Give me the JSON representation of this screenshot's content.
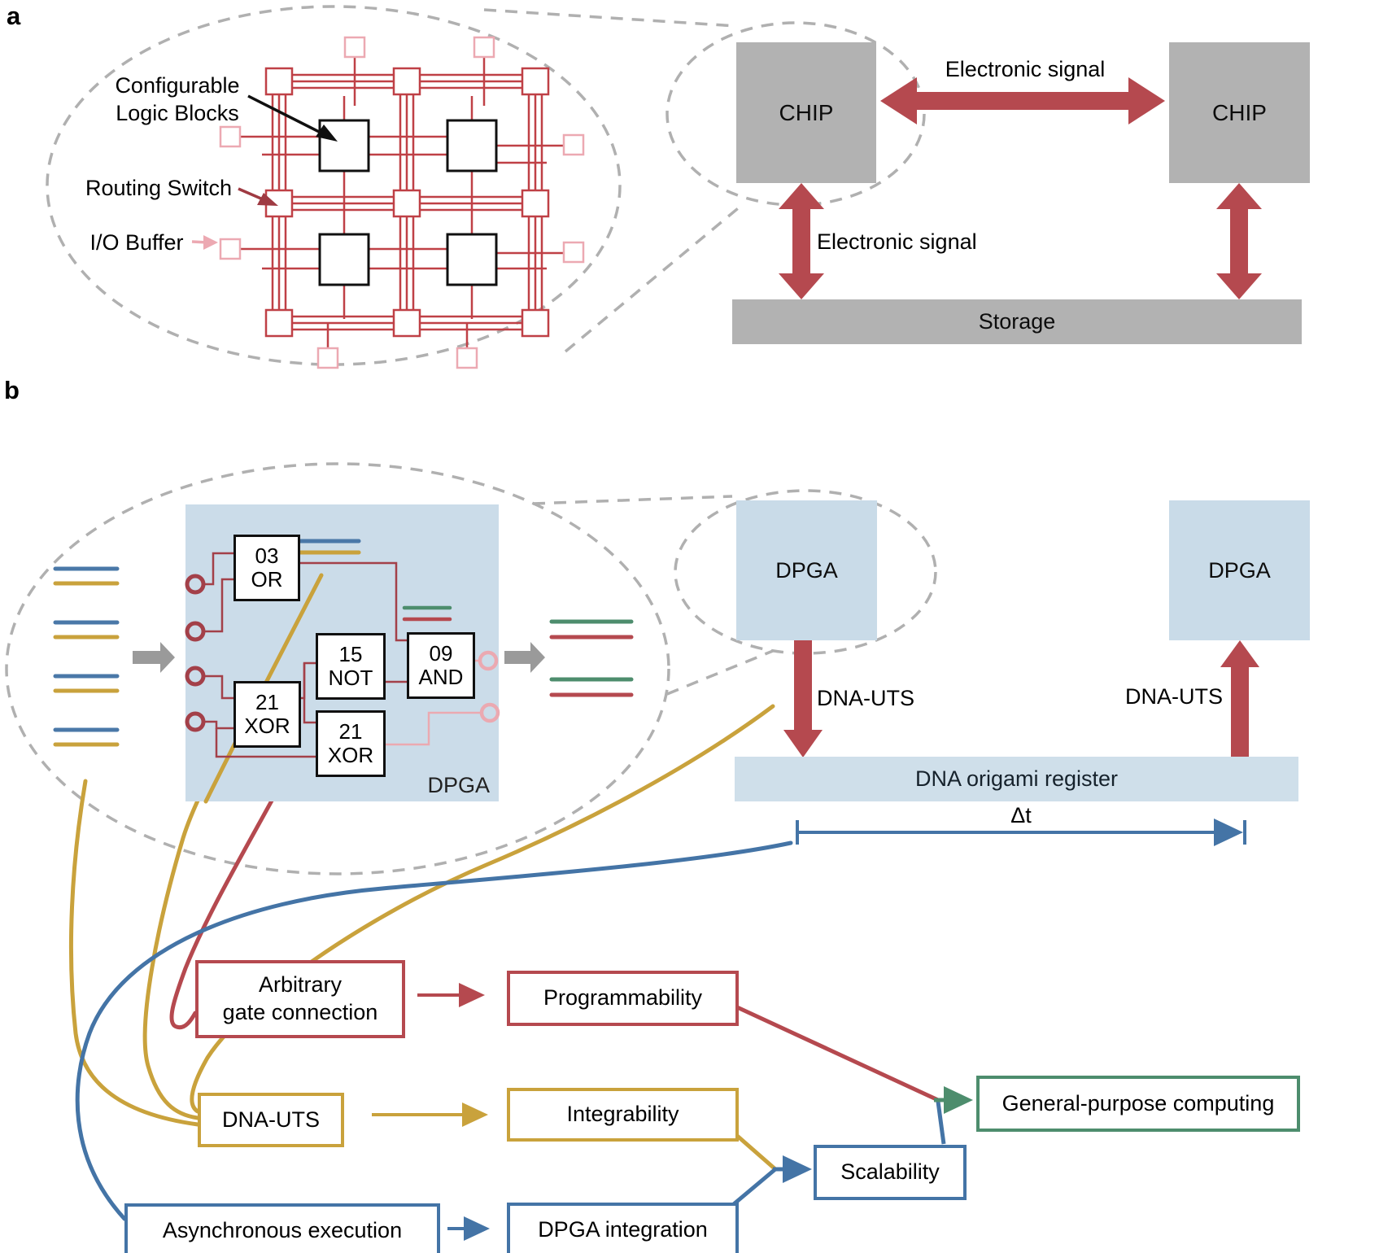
{
  "figure": {
    "type": "two-panel scientific schematic comparing FPGA electronic computing (a) with DPGA DNA computing (b)"
  },
  "colors": {
    "accent_red": "#b5494f",
    "wire_dark_red": "#a34049",
    "grid_red": "#bf4046",
    "pink": "#eca9b2",
    "yellow": "#c9a23c",
    "blue": "#4474a6",
    "green": "#4d8d6d",
    "gray_box_fill": "#b2b2b2",
    "dpga_fill": "#cbdce9",
    "register_fill": "#cfdfea",
    "dashed_gray": "#b0b0b0"
  },
  "panel_a": {
    "label": "a",
    "fpga": {
      "clb_label_line1": "Configurable",
      "clb_label_line2": "Logic Blocks",
      "routing_label": "Routing Switch",
      "io_label": "I/O Buffer"
    },
    "chip_left": "CHIP",
    "chip_right": "CHIP",
    "signal_top": "Electronic signal",
    "signal_left": "Electronic signal",
    "storage": "Storage"
  },
  "panel_b": {
    "label": "b",
    "gates": {
      "or_num": "03",
      "or_op": "OR",
      "not_num": "15",
      "not_op": "NOT",
      "and_num": "09",
      "and_op": "AND",
      "xor1_num": "21",
      "xor1_op": "XOR",
      "xor2_num": "21",
      "xor2_op": "XOR"
    },
    "dpga_corner": "DPGA",
    "dpga_left": "DPGA",
    "dpga_right": "DPGA",
    "dna_uts_left": "DNA-UTS",
    "dna_uts_right": "DNA-UTS",
    "register": "DNA origami register",
    "delta_t": "Δt",
    "flow": {
      "arbitrary_line1": "Arbitrary",
      "arbitrary_line2": "gate connection",
      "programmability": "Programmability",
      "dna_uts": "DNA-UTS",
      "integrability": "Integrability",
      "asynchronous": "Asynchronous execution",
      "dpga_integration": "DPGA integration",
      "scalability": "Scalability",
      "general_purpose": "General-purpose computing"
    }
  }
}
